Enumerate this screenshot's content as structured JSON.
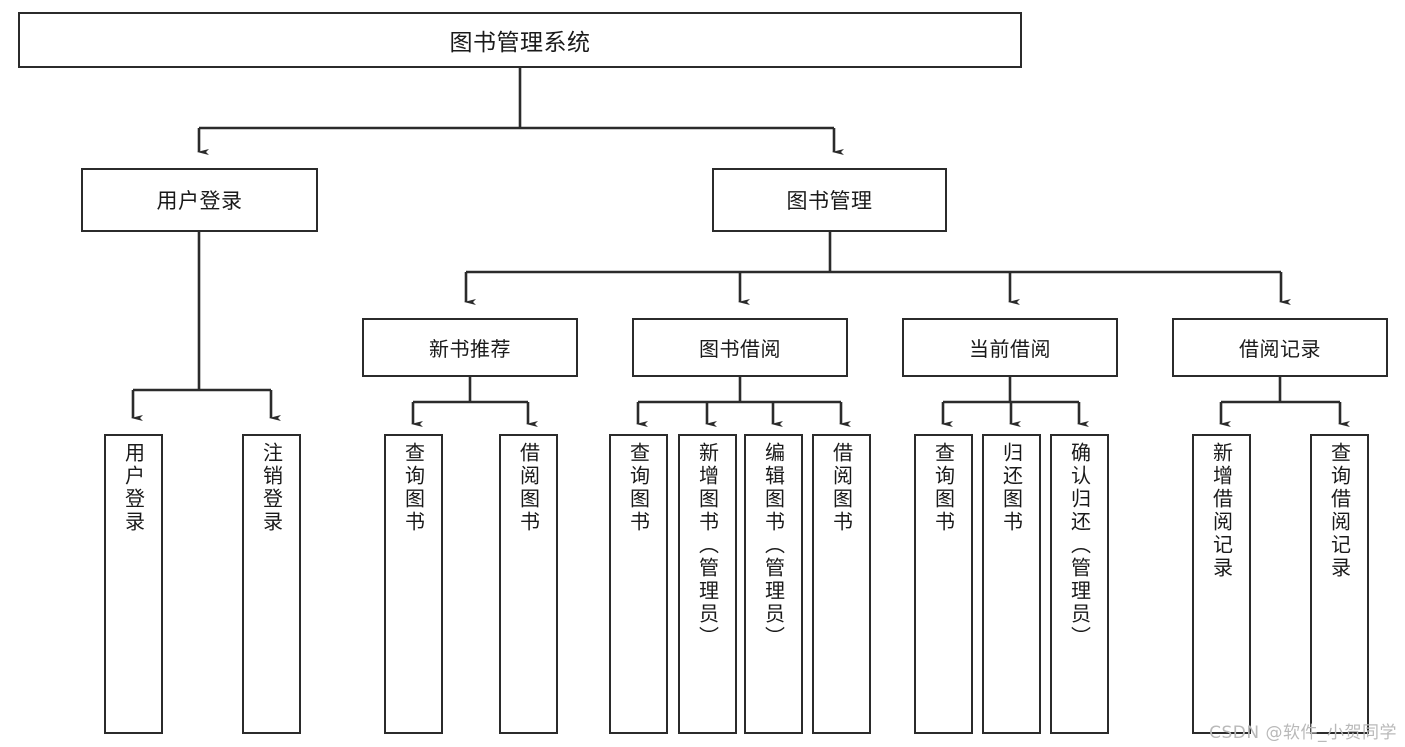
{
  "diagram": {
    "type": "tree-hierarchy-chart",
    "title": "图书管理系统",
    "watermark": "CSDN @软件_小贺同学",
    "colors": {
      "box_stroke": "#2b2b2b",
      "box_fill": "#ffffff",
      "edge_stroke": "#2b2b2b",
      "text": "#1a1a1a",
      "watermark": "#b9b9b9"
    },
    "root": {
      "id": "root",
      "label": "图书管理系统"
    },
    "level1": [
      {
        "id": "user-login",
        "label": "用户登录"
      },
      {
        "id": "book-management",
        "label": "图书管理"
      }
    ],
    "level2": [
      {
        "id": "new-book-recommend",
        "label": "新书推荐"
      },
      {
        "id": "book-borrow",
        "label": "图书借阅"
      },
      {
        "id": "current-borrow",
        "label": "当前借阅"
      },
      {
        "id": "borrow-record",
        "label": "借阅记录"
      }
    ],
    "leaves": {
      "user_login": [
        {
          "id": "leaf-user-login",
          "label": "用户登录"
        },
        {
          "id": "leaf-logout-login",
          "label": "注销登录"
        }
      ],
      "new_book_recommend": [
        {
          "id": "leaf-query-book-1",
          "label": "查询图书"
        },
        {
          "id": "leaf-borrow-book-1",
          "label": "借阅图书"
        }
      ],
      "book_borrow": [
        {
          "id": "leaf-query-book-2",
          "label": "查询图书"
        },
        {
          "id": "leaf-add-book",
          "label": "新增图书（管理员）"
        },
        {
          "id": "leaf-edit-book",
          "label": "编辑图书（管理员）"
        },
        {
          "id": "leaf-borrow-book-2",
          "label": "借阅图书"
        }
      ],
      "current_borrow": [
        {
          "id": "leaf-query-book-3",
          "label": "查询图书"
        },
        {
          "id": "leaf-return-book",
          "label": "归还图书"
        },
        {
          "id": "leaf-confirm-return",
          "label": "确认归还（管理员）"
        }
      ],
      "borrow_record": [
        {
          "id": "leaf-add-record",
          "label": "新增借阅记录"
        },
        {
          "id": "leaf-query-record",
          "label": "查询借阅记录"
        }
      ]
    }
  }
}
